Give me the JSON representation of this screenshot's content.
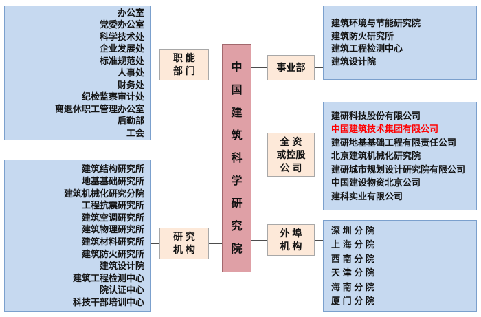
{
  "center": {
    "label": "中\n国\n建\n筑\n科\n学\n研\n究\n院"
  },
  "functional": {
    "label": "职  能\n部  门",
    "items": [
      "办公室",
      "党委办公室",
      "科学技术处",
      "企业发展处",
      "标准规范处",
      "人事处",
      "财务处",
      "纪检监察审计处",
      "离退休职工管理办公室",
      "后勤部",
      "工会"
    ]
  },
  "research": {
    "label": "研  究\n机  构",
    "items": [
      "建筑结构研究所",
      "地基基础研究所",
      "建筑机械化研究分院",
      "工程抗震研究所",
      "建筑空调研究所",
      "建筑物理研究所",
      "建筑材料研究所",
      "建筑防火研究所",
      "建筑设计院",
      "建筑工程检测中心",
      "院认证中心",
      "科技干部培训中心"
    ]
  },
  "business": {
    "label": "事业部",
    "items": [
      "建筑环境与节能研究院",
      "建筑防火研究所",
      "建筑工程检测中心",
      "建筑设计院"
    ]
  },
  "holding": {
    "label": "全  资\n或控股\n公  司",
    "items": [
      "建研科技股份有限公司",
      "中国建筑技术集团有限公司",
      "建研地基基础工程有限责任公司",
      "北京建筑机械化研究院",
      "建研城市规划设计研究院有限公司",
      "中国建设物资北京公司",
      "建科实业有限公司"
    ],
    "highlight_index": 1
  },
  "external": {
    "label": "外  埠\n机  构",
    "items": [
      "深  圳  分  院",
      "上  海  分  院",
      "西  南  分  院",
      "天  津  分  院",
      "海  南  分  院",
      "厦  门  分  院"
    ]
  },
  "colors": {
    "list_box_bg": "#c6d9f0",
    "list_box_border": "#7ba0cd",
    "label_box_bg": "#fde9d9",
    "label_box_border": "#a8a8a8",
    "center_box_bg": "#dfa0a6",
    "center_box_border": "#a2686d",
    "connector": "#4d4d4d",
    "text": "#141414",
    "highlight": "#ff0000"
  }
}
